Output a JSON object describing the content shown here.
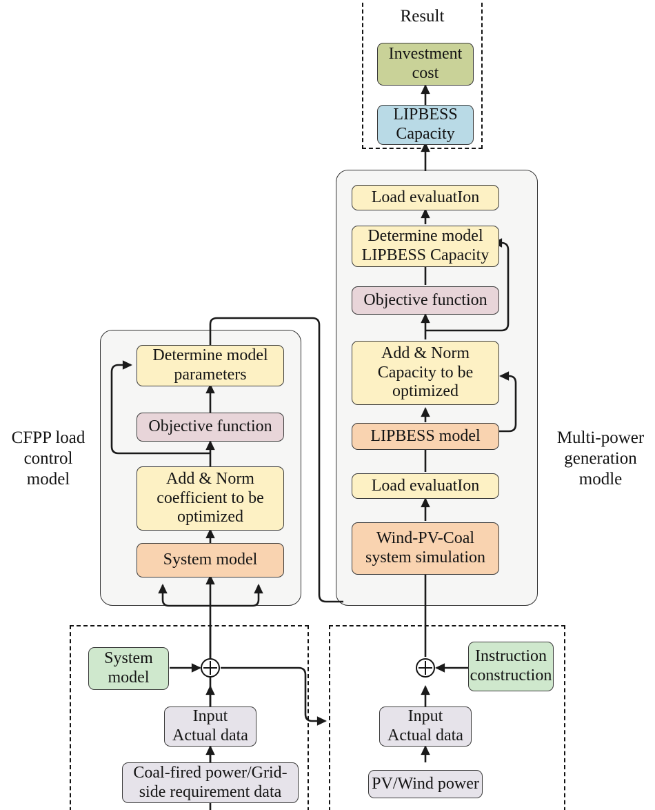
{
  "diagram": {
    "title_result": "Result",
    "left_module_label": "CFPP load\ncontrol\nmodel",
    "right_module_label": "Multi-power\ngeneration\nmodle",
    "colors": {
      "olive_green": "#c9d298",
      "light_blue": "#b9dae6",
      "pale_yellow": "#fdf1c4",
      "mauve": "#e8d5d9",
      "peach": "#f9d3b0",
      "mint_green": "#cfe8cd",
      "lavender_grey": "#e6e3ea",
      "module_fill": "#f6f6f5",
      "stroke": "#2f2f2f"
    }
  },
  "result_block": {
    "title": "Result",
    "boxes": [
      {
        "id": "investment-cost",
        "label": "Investment\ncost",
        "color": "#c9d298"
      },
      {
        "id": "lipbess-capacity",
        "label": "LIPBESS\nCapacity",
        "color": "#b9dae6"
      }
    ]
  },
  "left_module": {
    "side_label": "CFPP load\ncontrol\nmodel",
    "boxes": [
      {
        "id": "determine-model-parameters",
        "label": "Determine model\nparameters",
        "color": "#fdf1c4"
      },
      {
        "id": "objective-function-left",
        "label": "Objective function",
        "color": "#e8d5d9"
      },
      {
        "id": "add-norm-coefficient",
        "label": "Add & Norm\ncoefficient to be\noptimized",
        "color": "#fdf1c4"
      },
      {
        "id": "system-model-left",
        "label": "System model",
        "color": "#f9d3b0"
      }
    ]
  },
  "right_module": {
    "side_label": "Multi-power\ngeneration\nmodle",
    "boxes": [
      {
        "id": "load-evaluation-top",
        "label": "Load evaluatIon",
        "color": "#fdf1c4"
      },
      {
        "id": "determine-model-lipbess-capacity",
        "label": "Determine model\nLIPBESS Capacity",
        "color": "#fdf1c4"
      },
      {
        "id": "objective-function-right",
        "label": "Objective function",
        "color": "#e8d5d9"
      },
      {
        "id": "add-norm-capacity",
        "label": "Add & Norm\nCapacity to be\noptimized",
        "color": "#fdf1c4"
      },
      {
        "id": "lipbess-model",
        "label": "LIPBESS model",
        "color": "#f9d3b0"
      },
      {
        "id": "load-evaluation-bottom",
        "label": "Load evaluatIon",
        "color": "#fdf1c4"
      },
      {
        "id": "wind-pv-coal",
        "label": "Wind-PV-Coal\nsystem simulation",
        "color": "#f9d3b0"
      }
    ]
  },
  "bottom_left_region": {
    "boxes": [
      {
        "id": "system-model-bottom",
        "label": "System\nmodel",
        "color": "#cfe8cd"
      },
      {
        "id": "input-actual-data-left",
        "label": "Input\nActual data",
        "color": "#e6e3ea"
      },
      {
        "id": "coal-fired-grid-data",
        "label": "Coal-fired power/Grid-\nside requirement data",
        "color": "#e6e3ea"
      }
    ],
    "sum_node": "plus-node-left"
  },
  "bottom_right_region": {
    "boxes": [
      {
        "id": "instruction-construction",
        "label": "Instruction\nconstruction",
        "color": "#cfe8cd"
      },
      {
        "id": "input-actual-data-right",
        "label": "Input\nActual data",
        "color": "#e6e3ea"
      },
      {
        "id": "pv-wind-power",
        "label": "PV/Wind power",
        "color": "#e6e3ea"
      }
    ],
    "sum_node": "plus-node-right"
  }
}
